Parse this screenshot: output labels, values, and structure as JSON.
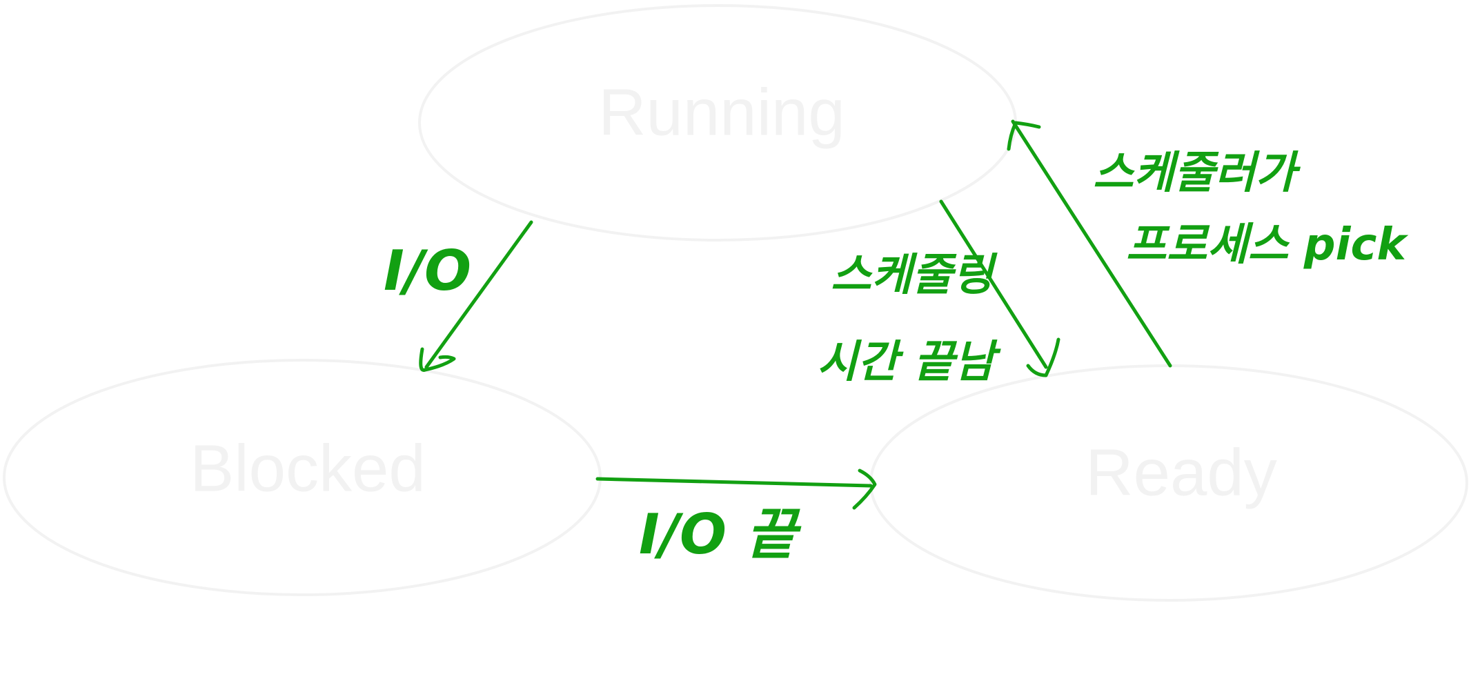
{
  "colors": {
    "ink": "#12a012",
    "state_outline": "#f2f2f2",
    "background": "#ffffff"
  },
  "states": {
    "running": "Running",
    "blocked": "Blocked",
    "ready": "Ready"
  },
  "transitions": {
    "running_to_blocked": {
      "label": "I/O"
    },
    "blocked_to_ready": {
      "label": "I/O 끝"
    },
    "running_to_ready": {
      "label_line1": "스케줄링",
      "label_line2": "시간 끝남"
    },
    "ready_to_running": {
      "label_line1": "스케줄러가",
      "label_line2": "프로세스 pick"
    }
  }
}
